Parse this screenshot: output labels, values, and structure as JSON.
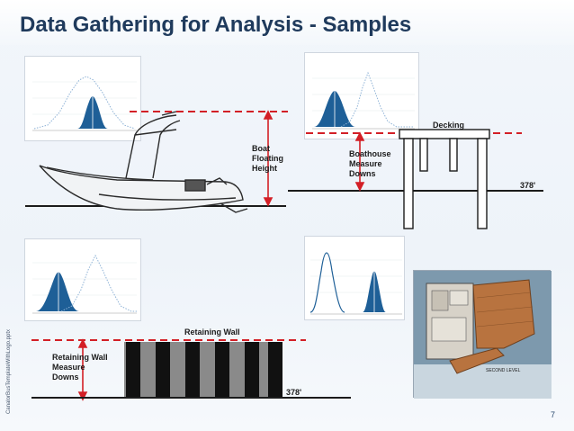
{
  "title": "Data Gathering for Analysis - Samples",
  "side_text": "CanalorBusTemplateWithLogo.pptx",
  "page_number": "7",
  "labels": {
    "boat_floating_height": [
      "Boat",
      "Floating",
      "Height"
    ],
    "boathouse_measure_downs": [
      "Boathouse",
      "Measure",
      "Downs"
    ],
    "decking": "Decking",
    "elevation_top": "378'",
    "retaining_wall": "Retaining Wall",
    "retaining_wall_measure_downs": [
      "Retaining Wall",
      "Measure",
      "Downs"
    ],
    "elevation_bottom": "378'",
    "floorplan_level": "SECOND LEVEL"
  },
  "colors": {
    "dashed_line": "#d31f26",
    "arrow": "#d31f26",
    "curve_dark": "#1e5f97",
    "curve_light": "#8fb3d6",
    "wall_dark": "#111111",
    "wall_grey": "#8a8a8a"
  },
  "icons": {
    "boat": "speedboat-illustration",
    "boathouse": "boathouse-frame-diagram",
    "wall": "retaining-wall-diagram",
    "floorplan": "house-floorplan-image"
  }
}
